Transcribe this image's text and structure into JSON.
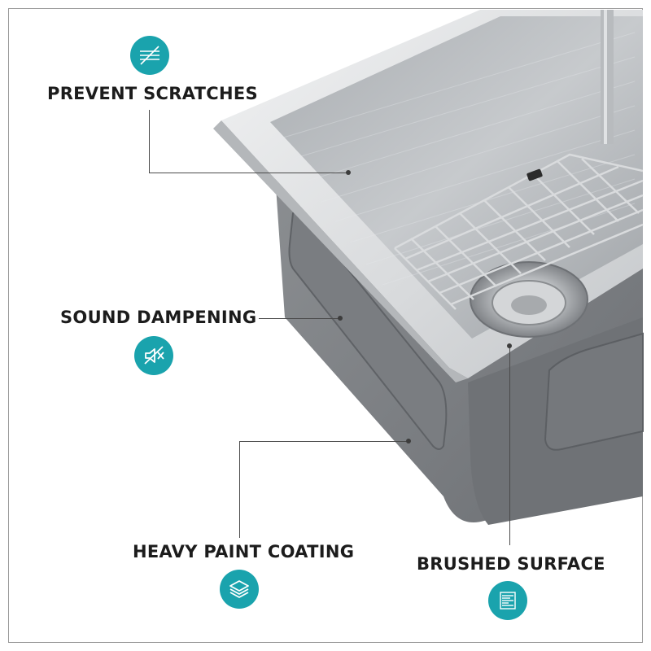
{
  "theme": {
    "accent": "#1aa3ad",
    "text": "#1c1c1c"
  },
  "features": [
    {
      "id": "prevent-scratches",
      "label": "PREVENT SCRATCHES",
      "icon": "scratch-cross-icon"
    },
    {
      "id": "sound-dampening",
      "label": "SOUND DAMPENING",
      "icon": "speaker-mute-icon"
    },
    {
      "id": "heavy-paint-coating",
      "label": "HEAVY PAINT COATING",
      "icon": "layers-icon"
    },
    {
      "id": "brushed-surface",
      "label": "BRUSHED SURFACE",
      "icon": "brushed-lines-icon"
    }
  ]
}
